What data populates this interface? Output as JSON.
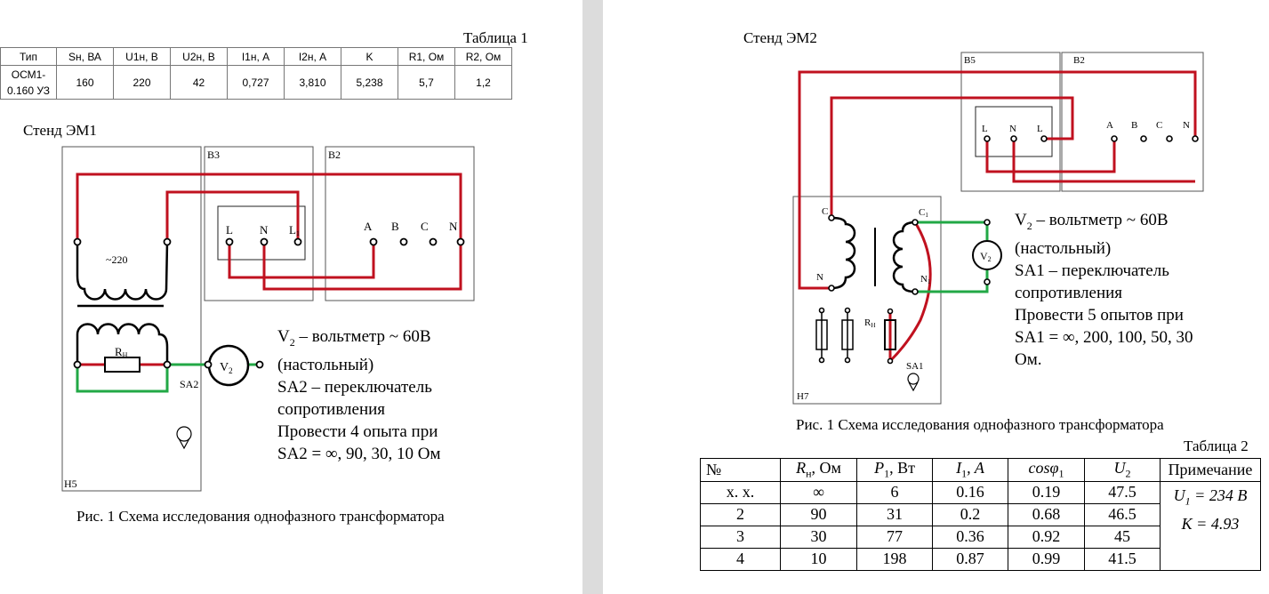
{
  "table1": {
    "caption": "Таблица 1",
    "headers": [
      "Тип",
      "Sн, ВА",
      "U1н, В",
      "U2н, В",
      "I1н, А",
      "I2н, А",
      "K",
      "R1, Ом",
      "R2, Ом"
    ],
    "row": {
      "type_line1": "ОСМ1-",
      "type_line2": "0.160 УЗ",
      "values": [
        "160",
        "220",
        "42",
        "0,727",
        "3,810",
        "5,238",
        "5,7",
        "1,2"
      ]
    }
  },
  "stand1": {
    "title": "Стенд ЭМ1",
    "panels": {
      "h5": "Н5",
      "b3": "В3",
      "b2": "В2"
    },
    "voltage": "~220",
    "terminals_b3": [
      "L",
      "N",
      "L"
    ],
    "terminal_sub": "1",
    "terminals_b2": [
      "A",
      "B",
      "C",
      "N"
    ],
    "resistor": "R",
    "resistor_sub": "Н",
    "switch": "SA2",
    "voltmeter": "V",
    "voltmeter_sub": "2",
    "note_lines": [
      "– вольтметр ~ 60В",
      "(настольный)",
      "SA2 – переключатель",
      "сопротивления",
      "Провести 4 опыта   при",
      "SA2 = ∞, 90, 30, 10  Ом"
    ],
    "figure_caption": "Рис. 1 Схема исследования однофазного трансформатора"
  },
  "stand2": {
    "title": "Стенд ЭМ2",
    "panels": {
      "b5": "В5",
      "b2": "В2",
      "h7": "Н7"
    },
    "terminals_b5": [
      "L",
      "N",
      "L"
    ],
    "terminals_b2": [
      "A",
      "B",
      "C",
      "N"
    ],
    "coil_labels": [
      "C",
      "N",
      "C",
      "N"
    ],
    "coil_sub": "1",
    "resistor": "R",
    "resistor_sub": "Н",
    "switch": "SA1",
    "voltmeter": "V",
    "voltmeter_sub": "2",
    "note_lines": [
      "– вольтметр ~ 60В",
      "(настольный)",
      "SA1 – переключатель",
      "сопротивления",
      "Провести 5 опытов при",
      "SA1 = ∞, 200, 100, 50, 30",
      "Ом."
    ],
    "figure_caption": "Рис. 1 Схема исследования однофазного трансформатора"
  },
  "table2": {
    "caption": "Таблица 2",
    "headers": {
      "num": "№",
      "rn": "R",
      "rn_sub": "н",
      "rn_unit": ", Ом",
      "p1": "P",
      "p1_sub": "1",
      "p1_unit": ", Вт",
      "i1": "I",
      "i1_sub": "1",
      "i1_unit": ", A",
      "cos": "cosφ",
      "cos_sub": "1",
      "u2": "U",
      "u2_sub": "2",
      "note": "Примечание"
    },
    "rows": [
      [
        "х. х.",
        "∞",
        "6",
        "0.16",
        "0.19",
        "47.5"
      ],
      [
        "2",
        "90",
        "31",
        "0.2",
        "0.68",
        "46.5"
      ],
      [
        "3",
        "30",
        "77",
        "0.36",
        "0.92",
        "45"
      ],
      [
        "4",
        "10",
        "198",
        "0.87",
        "0.99",
        "41.5"
      ]
    ],
    "note": {
      "u_sym": "U",
      "u_sub": "1",
      "u_val": " = 234 B",
      "k_val": "K = 4.93"
    }
  },
  "colors": {
    "wire_red": "#c0111f",
    "wire_green": "#22a846",
    "frame": "#555555"
  }
}
